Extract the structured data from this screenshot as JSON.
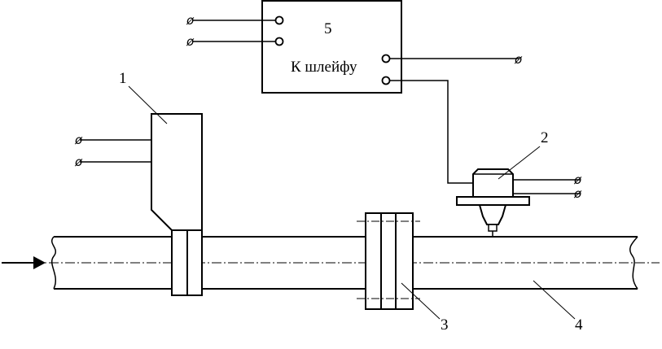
{
  "labels": {
    "block": "5",
    "sensor1": "1",
    "sensor2": "2",
    "flange": "3",
    "pipe": "4"
  },
  "box_text": "К шлейфу",
  "terminal_symbol": "ø"
}
